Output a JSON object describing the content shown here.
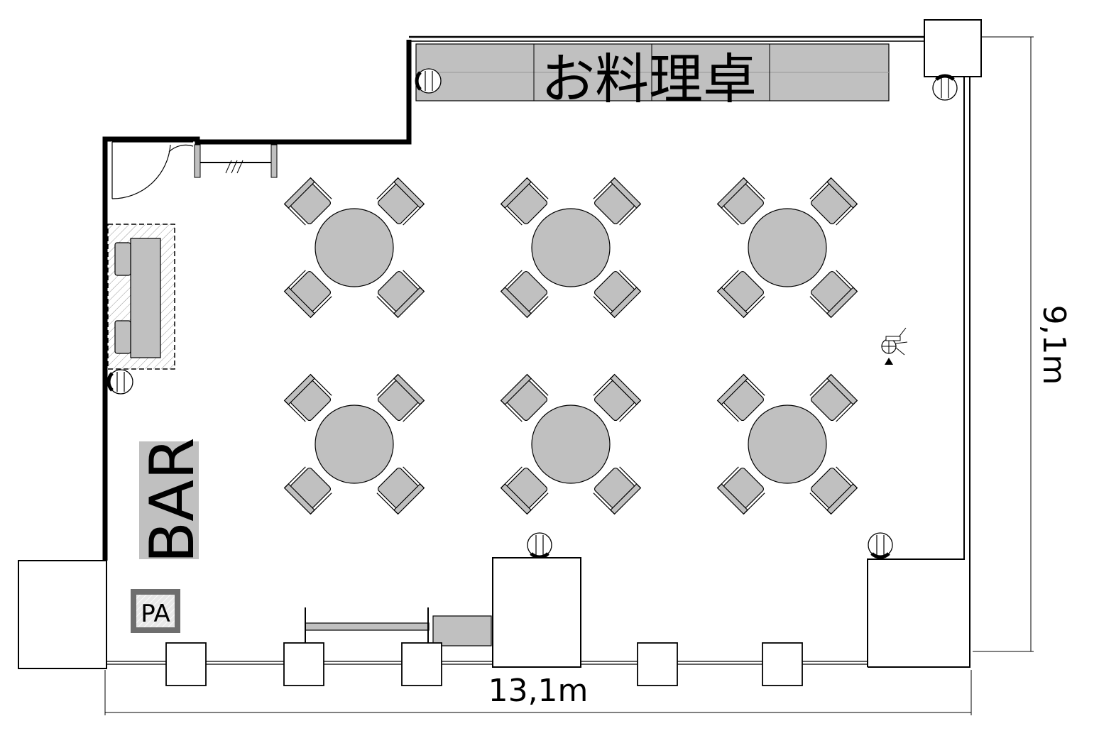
{
  "labels": {
    "kitchen_table": "お料理卓",
    "bar": "BAR",
    "pa": "PA",
    "width_dimension": "13,1m",
    "height_dimension": "9,1m"
  },
  "colors": {
    "furniture_fill": "#c0c0c0",
    "wall": "#000000",
    "pa_box": "#6e6e6e",
    "background": "#ffffff"
  },
  "icons": [
    "round-table-icon",
    "chair-icon",
    "door-swing-icon",
    "outlet-icon",
    "camera-tripod-icon",
    "pillar-icon"
  ]
}
